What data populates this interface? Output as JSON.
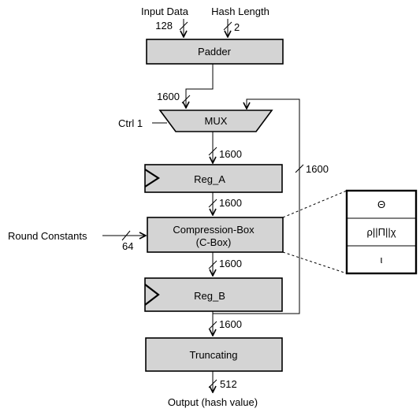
{
  "inputs": {
    "input_data": {
      "label": "Input Data",
      "width": "128"
    },
    "hash_length": {
      "label": "Hash Length",
      "width": "2"
    }
  },
  "blocks": {
    "padder": "Padder",
    "mux": "MUX",
    "reg_a": "Reg_A",
    "cbox_line1": "Compression-Box",
    "cbox_line2": "(C-Box)",
    "reg_b": "Reg_B",
    "truncating": "Truncating"
  },
  "widths": {
    "padder_to_mux": "1600",
    "mux_to_reg_a": "1600",
    "reg_a_to_cbox": "1600",
    "cbox_to_reg_b": "1600",
    "reg_b_out": "1600",
    "feedback": "1600",
    "round_constants": "64",
    "output": "512"
  },
  "control": {
    "mux_ctrl": "Ctrl 1"
  },
  "round_constants_label": "Round Constants",
  "output_label": "Output (hash value)",
  "cbox_detail": {
    "steps": [
      "Θ",
      "ρ||Π||χ",
      "ι"
    ]
  }
}
